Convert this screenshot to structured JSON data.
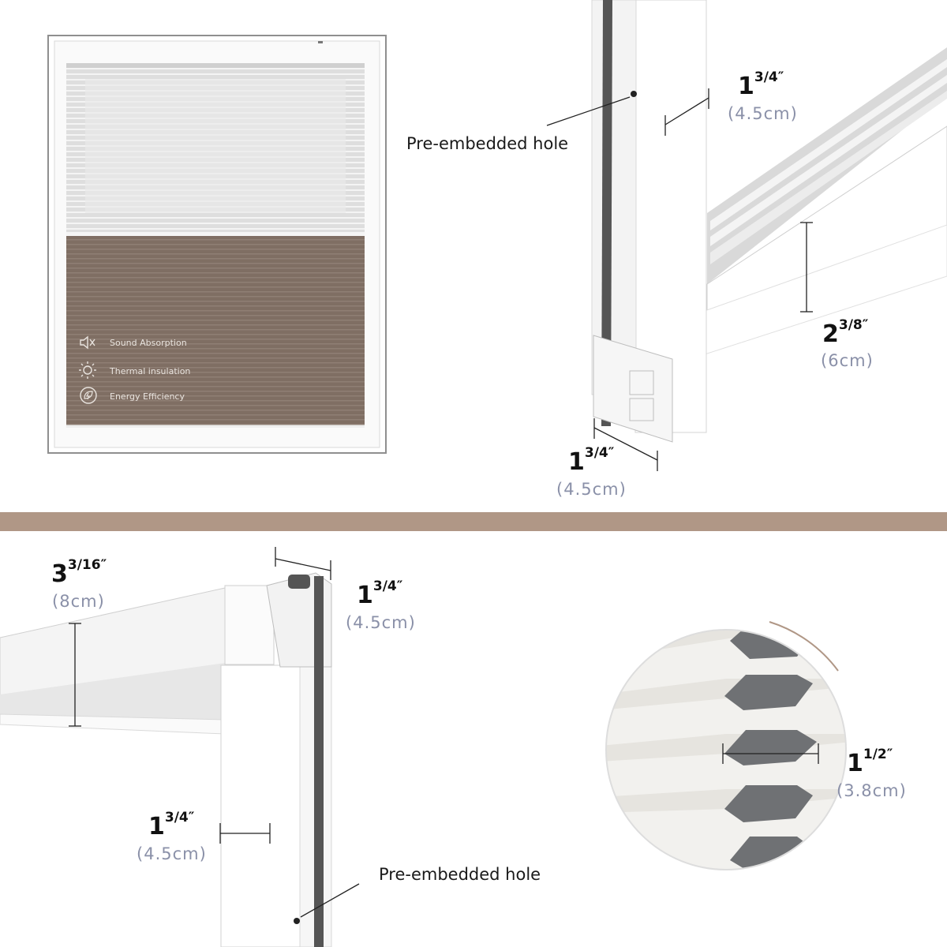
{
  "product_card": {
    "features": [
      {
        "icon": "speaker-mute-icon",
        "label": "Sound Absorption"
      },
      {
        "icon": "sun-icon",
        "label": "Thermal insulation"
      },
      {
        "icon": "energy-leaf-icon",
        "label": "Energy Efficiency"
      }
    ]
  },
  "top_right": {
    "hole_label": "Pre-embedded hole",
    "side_width": {
      "whole": "1",
      "fraction": "3/4",
      "metric": "4.5cm"
    },
    "rail_height": {
      "whole": "2",
      "fraction": "3/8",
      "metric": "6cm"
    },
    "bottom_depth": {
      "whole": "1",
      "fraction": "3/4",
      "metric": "4.5cm"
    }
  },
  "bottom_left": {
    "headrail_height": {
      "whole": "3",
      "fraction": "3/16",
      "metric": "8cm"
    },
    "top_depth": {
      "whole": "1",
      "fraction": "3/4",
      "metric": "4.5cm"
    },
    "side_width": {
      "whole": "1",
      "fraction": "3/4",
      "metric": "4.5cm"
    },
    "hole_label": "Pre-embedded hole"
  },
  "cell_detail": {
    "cell_width": {
      "whole": "1",
      "fraction": "1/2",
      "metric": "3.8cm"
    }
  },
  "colors": {
    "divider": "#b09786",
    "shade_dark": "#7f6e63",
    "shade_light": "#e4e4e4",
    "metric_text": "#8a90a8"
  }
}
